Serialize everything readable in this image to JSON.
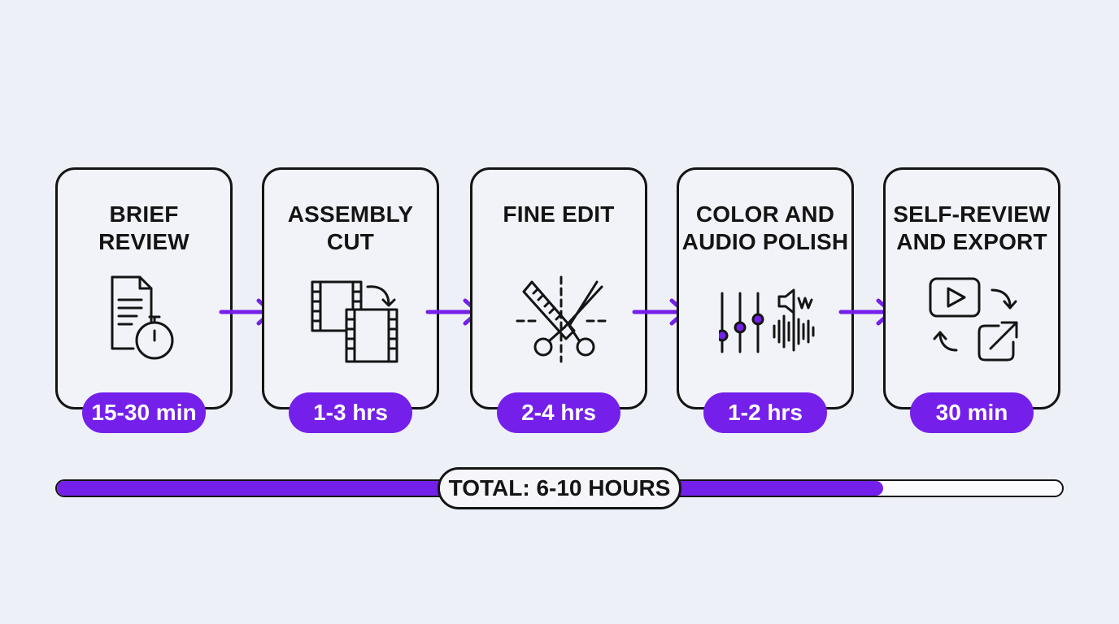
{
  "steps": [
    {
      "title": "BRIEF\nREVIEW",
      "duration": "15-30 min",
      "icon": "document-stopwatch-icon"
    },
    {
      "title": "ASSEMBLY\nCUT",
      "duration": "1-3 hrs",
      "icon": "film-strips-icon"
    },
    {
      "title": "FINE EDIT",
      "duration": "2-4 hrs",
      "icon": "ruler-scissors-icon"
    },
    {
      "title": "COLOR AND\nAUDIO POLISH",
      "duration": "1-2 hrs",
      "icon": "sliders-waveform-icon"
    },
    {
      "title": "SELF-REVIEW\nAND EXPORT",
      "duration": "30 min",
      "icon": "play-export-icon"
    }
  ],
  "total": {
    "label": "TOTAL: 6-10 HOURS",
    "progress": 0.822
  },
  "colors": {
    "accent": "#7420ea",
    "ink": "#141414",
    "background": "#eef0f7"
  }
}
